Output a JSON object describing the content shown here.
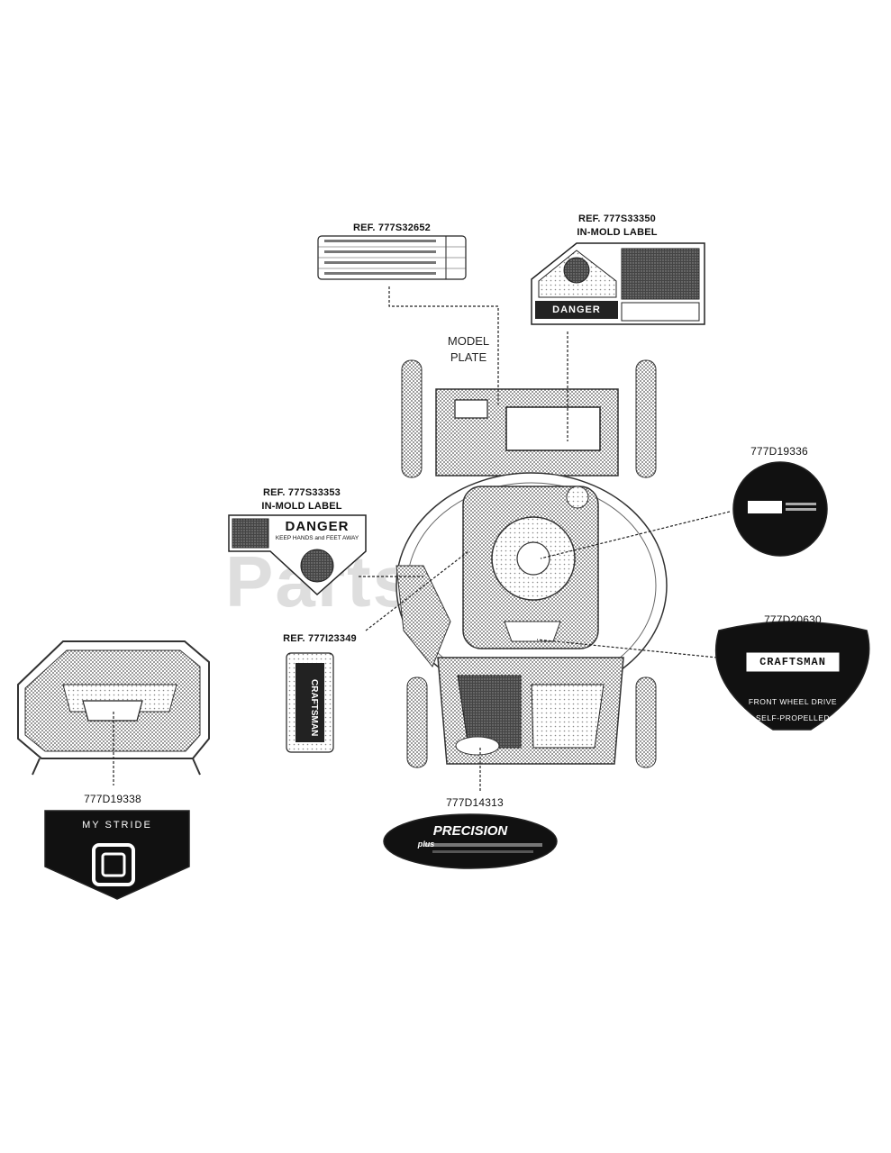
{
  "labels": {
    "ref_32652": "REF. 777S32652",
    "ref_33350_a": "REF. 777S33350",
    "ref_33350_b": "IN-MOLD LABEL",
    "model_plate_a": "MODEL",
    "model_plate_b": "PLATE",
    "ref_33353_a": "REF. 777S33353",
    "ref_33353_b": "IN-MOLD LABEL",
    "ref_23349": "REF. 777I23349",
    "part_19336": "777D19336",
    "part_20630": "777D20630",
    "part_19338": "777D19338",
    "part_14313": "777D14313"
  },
  "decals": {
    "danger_top": "DANGER",
    "danger_left": "DANGER",
    "danger_left_sub": "KEEP HANDS and FEET AWAY",
    "craftsman": "CRAFTSMAN",
    "front_wheel_drive": "FRONT WHEEL DRIVE",
    "self_propelled": "SELF-PROPELLED",
    "my_stride": "MY STRIDE",
    "precision": "PRECISION",
    "plus": "plus",
    "vertical_decal": "CRAFTSMAN"
  },
  "watermark": "PartsTree",
  "colors": {
    "ink": "#111111",
    "hatch": "#6a6a6a",
    "light_hatch": "#9a9a9a"
  }
}
